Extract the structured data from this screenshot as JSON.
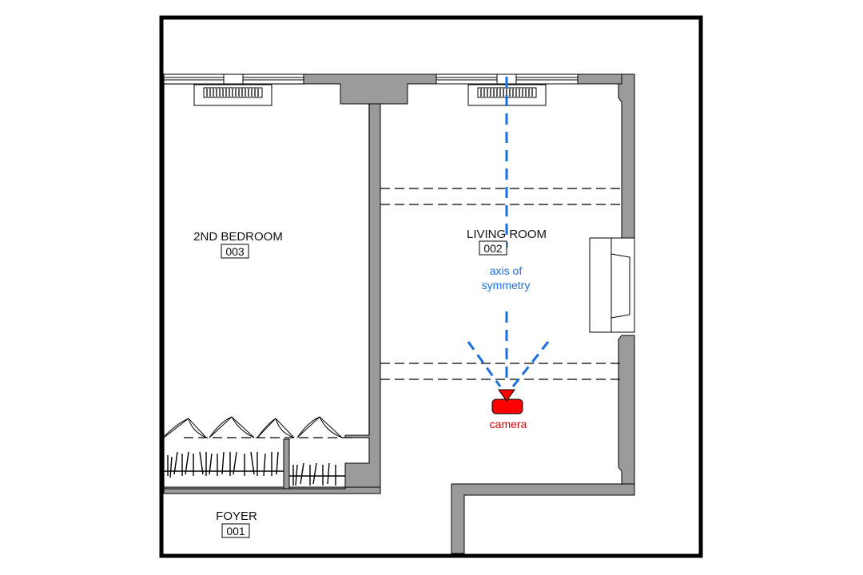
{
  "rooms": {
    "bedroom": {
      "name": "2ND BEDROOM",
      "number": "003"
    },
    "living": {
      "name": "LIVING ROOM",
      "number": "002"
    },
    "foyer": {
      "name": "FOYER",
      "number": "001"
    }
  },
  "annotations": {
    "axis_line1": "axis of",
    "axis_line2": "symmetry",
    "camera": "camera"
  },
  "colors": {
    "wall": "#9b9b9b",
    "outline": "#000000",
    "axis": "#1a6fe0",
    "camera": "#ff0000"
  }
}
